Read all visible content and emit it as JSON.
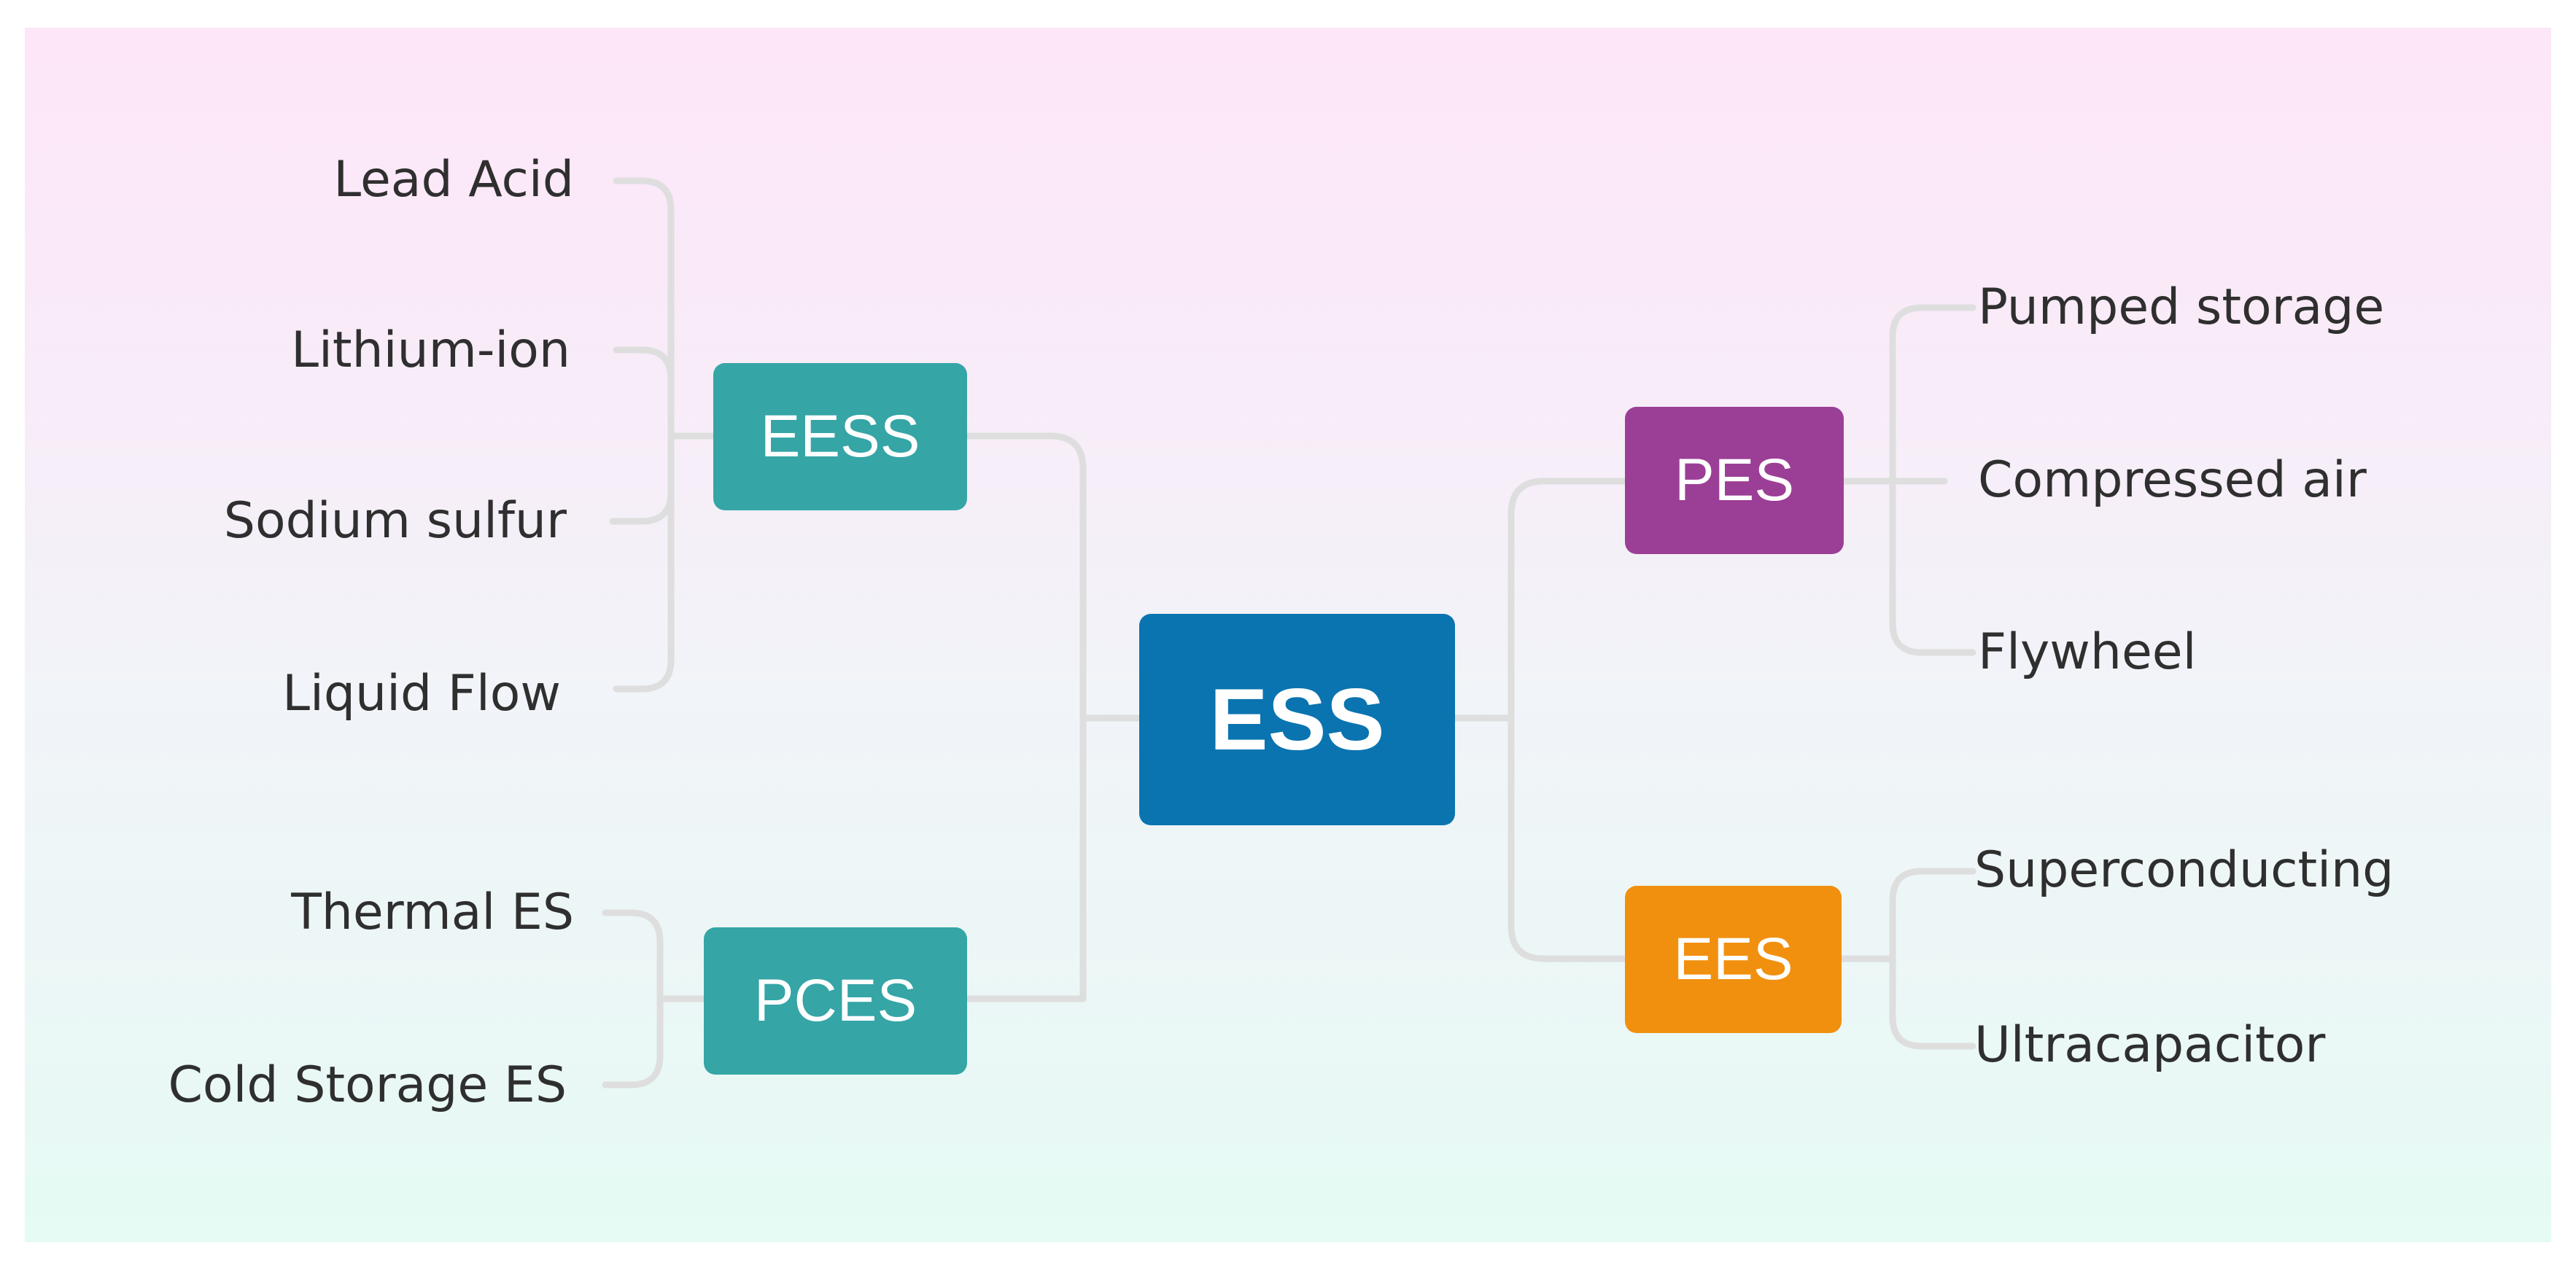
{
  "diagram": {
    "root": {
      "label": "ESS",
      "color": "#0a74b0"
    },
    "branches": {
      "eess": {
        "label": "EESS",
        "color": "#35a5a6",
        "children": [
          "Lead Acid",
          "Lithium-ion",
          "Sodium sulfur",
          "Liquid Flow"
        ]
      },
      "pces": {
        "label": "PCES",
        "color": "#35a5a6",
        "children": [
          "Thermal ES",
          "Cold Storage ES"
        ]
      },
      "pes": {
        "label": "PES",
        "color": "#9b3f96",
        "children": [
          "Pumped storage",
          "Compressed air",
          "Flywheel"
        ]
      },
      "ees": {
        "label": "EES",
        "color": "#f1900f",
        "children": [
          "Superconducting",
          "Ultracapacitor"
        ]
      }
    },
    "connector_color": "#dedede"
  }
}
